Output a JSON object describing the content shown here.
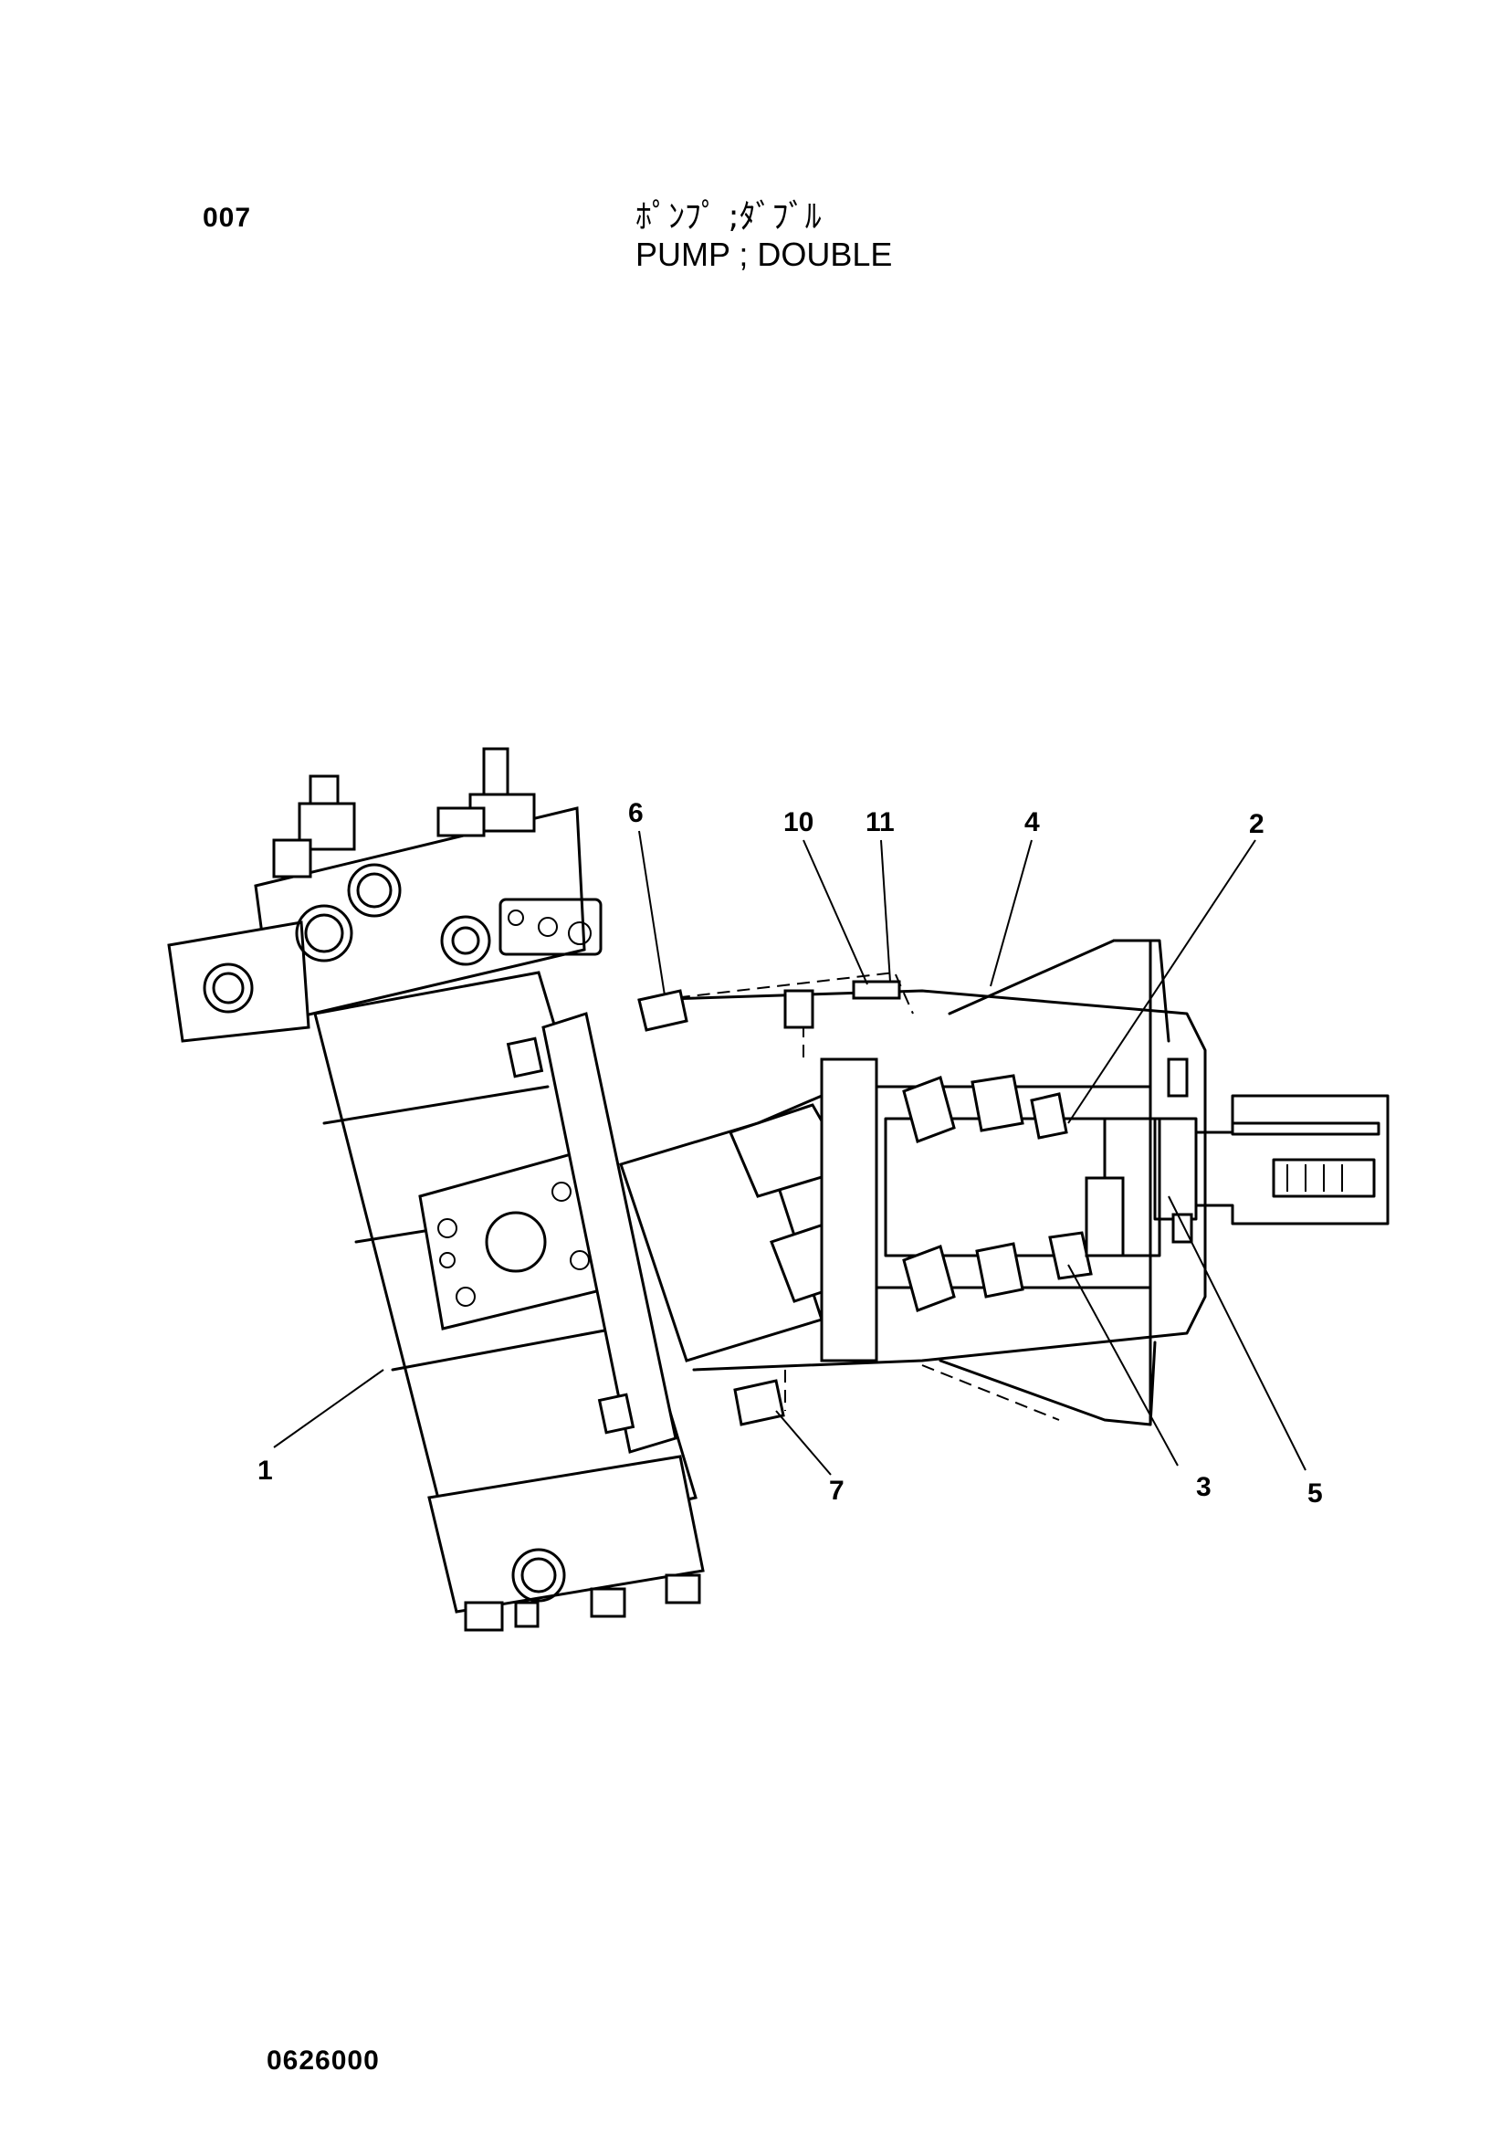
{
  "header": {
    "page_number": "007",
    "title_jp": "ﾎﾟﾝﾌﾟ ;ﾀﾞﾌﾞﾙ",
    "title_en": "PUMP ; DOUBLE"
  },
  "footer": {
    "drawing_number": "0626000"
  },
  "callouts": [
    {
      "id": "c1",
      "label": "1"
    },
    {
      "id": "c2",
      "label": "2"
    },
    {
      "id": "c3",
      "label": "3"
    },
    {
      "id": "c4",
      "label": "4"
    },
    {
      "id": "c5",
      "label": "5"
    },
    {
      "id": "c6",
      "label": "6"
    },
    {
      "id": "c7",
      "label": "7"
    },
    {
      "id": "c10",
      "label": "10"
    },
    {
      "id": "c11",
      "label": "11"
    }
  ]
}
